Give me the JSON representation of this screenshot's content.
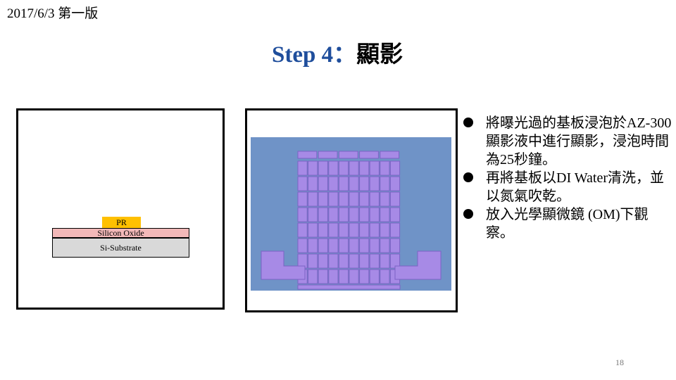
{
  "header": {
    "date_text": "2017/6/3 第一版"
  },
  "title": {
    "step": "Step 4",
    "colon": "：",
    "name": "顯影"
  },
  "diagram": {
    "pr_label": "PR",
    "oxide_label": "Silicon Oxide",
    "substrate_label": "Si-Substrate",
    "colors": {
      "pr": "#ffc000",
      "oxide": "#f2b8b8",
      "substrate": "#d9d9d9"
    }
  },
  "photo": {
    "colors": {
      "background": "#6f93c7",
      "pattern": "#a78ae6",
      "pattern_edge": "#7d62c6"
    },
    "grid": {
      "rows": 8,
      "columns": 10
    }
  },
  "bullets": [
    " 將曝光過的基板浸泡於AZ-300顯影液中進行顯影，浸泡時間為25秒鐘。",
    "再將基板以DI Water清洗，並以氮氣吹乾。",
    "放入光學顯微鏡 (OM)下觀察。"
  ],
  "page_number": "18"
}
